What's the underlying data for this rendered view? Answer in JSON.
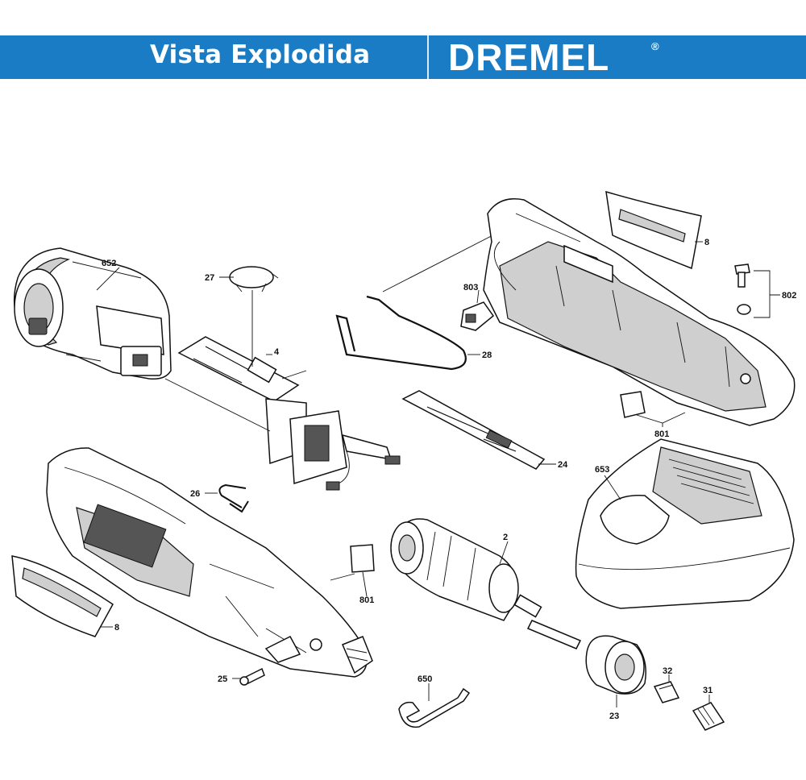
{
  "header": {
    "title": "Vista Explodida",
    "brand": "DREMEL",
    "brand_mark": "®",
    "colors": {
      "banner": "#1a7cc4",
      "text": "#ffffff"
    }
  },
  "labels": {
    "p652": "652",
    "p27": "27",
    "p4": "4",
    "p803": "803",
    "p28": "28",
    "p8_top": "8",
    "p802": "802",
    "p801_right": "801",
    "p24": "24",
    "p653": "653",
    "p26": "26",
    "p2": "2",
    "p801_left": "801",
    "p8_left": "8",
    "p25": "25",
    "p650": "650",
    "p32": "32",
    "p31": "31",
    "p23": "23"
  }
}
